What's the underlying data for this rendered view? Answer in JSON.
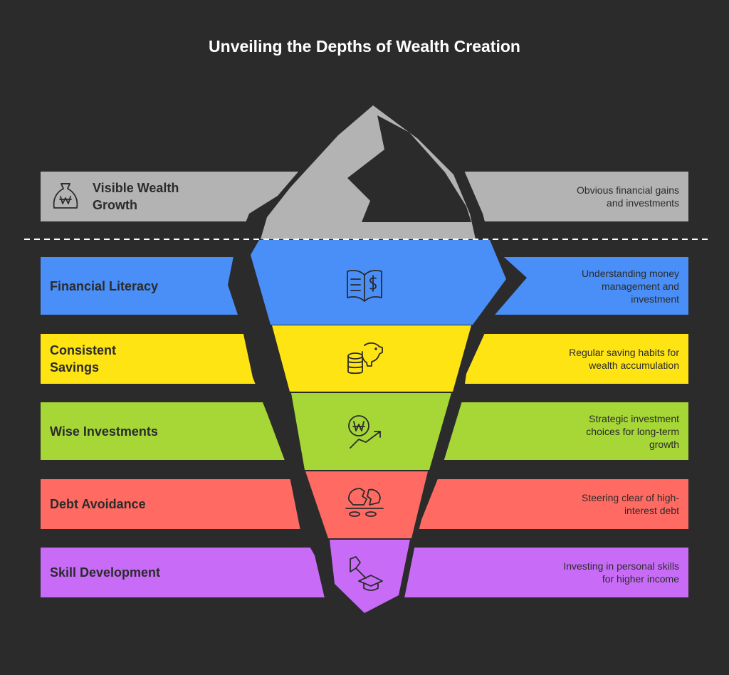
{
  "title": "Unveiling the Depths of Wealth Creation",
  "colors": {
    "background": "#2b2b2b",
    "tip": "#b3b3b3",
    "layers": [
      "#4a8ff7",
      "#ffe414",
      "#a6d736",
      "#ff6b63",
      "#c86cf7"
    ]
  },
  "tip": {
    "label": "Visible Wealth Growth",
    "description": "Obvious financial gains and investments",
    "icon": "money-bag-won-icon"
  },
  "layers": [
    {
      "label": "Financial Literacy",
      "description": "Understanding money management and investment",
      "icon": "dollar-book-icon"
    },
    {
      "label": "Consistent Savings",
      "description": "Regular saving habits for wealth accumulation",
      "icon": "piggy-bank-coins-icon"
    },
    {
      "label": "Wise Investments",
      "description": "Strategic investment choices for long-term growth",
      "icon": "won-coin-growth-icon"
    },
    {
      "label": "Debt Avoidance",
      "description": "Steering clear of high-interest debt",
      "icon": "broken-piggy-bank-icon"
    },
    {
      "label": "Skill Development",
      "description": "Investing in personal skills for higher income",
      "icon": "skill-graduation-icon"
    }
  ]
}
